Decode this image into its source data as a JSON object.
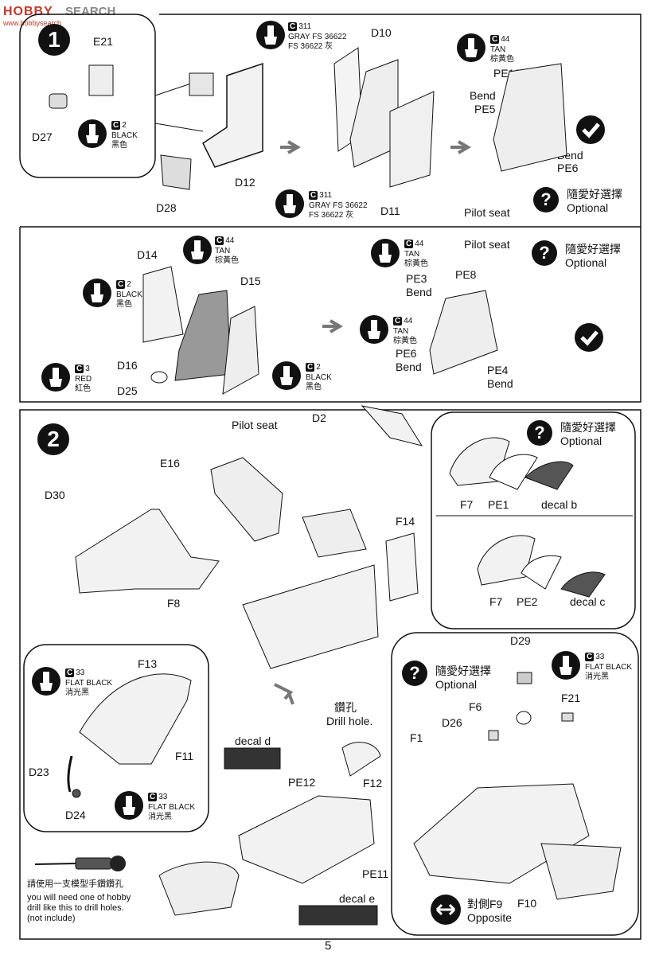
{
  "watermark": {
    "brand": "HOBBY",
    "search": "SEARCH",
    "site": "www.hobbysearch"
  },
  "page_number": "5",
  "step1": {
    "number": "1",
    "parts": {
      "e21": "E21",
      "d27": "D27",
      "d12": "D12",
      "d28": "D28",
      "d10": "D10",
      "d11": "D11",
      "pe10": "PE10",
      "pe5_bend": "Bend",
      "pe5": "PE5",
      "pe6_bend": "Bend",
      "pe6": "PE6"
    },
    "pilot_seat": "Pilot seat",
    "optional_zh": "隨愛好選擇",
    "optional_en": "Optional",
    "paint_black": {
      "code": "2",
      "en": "BLACK",
      "zh": "黑色"
    },
    "paint_gray_top": {
      "code": "311",
      "line1": "GRAY FS 36622",
      "line2": "FS 36622 灰"
    },
    "paint_gray_bottom": {
      "code": "311",
      "line1": "GRAY FS 36622",
      "line2": "FS 36622 灰"
    },
    "paint_tan": {
      "code": "44",
      "en": "TAN",
      "zh": "棕黃色"
    }
  },
  "step1b": {
    "parts": {
      "d14": "D14",
      "d15": "D15",
      "d16": "D16",
      "d25": "D25",
      "pe3": "PE3",
      "pe3_bend": "Bend",
      "pe8": "PE8",
      "pe6": "PE6",
      "pe6_bend": "Bend",
      "pe4": "PE4",
      "pe4_bend": "Bend"
    },
    "pilot_seat": "Pilot seat",
    "optional_zh": "隨愛好選擇",
    "optional_en": "Optional",
    "paint_tan_top": {
      "code": "44",
      "en": "TAN",
      "zh": "棕黃色"
    },
    "paint_tan_right": {
      "code": "44",
      "en": "TAN",
      "zh": "棕黃色"
    },
    "paint_tan_mid": {
      "code": "44",
      "en": "TAN",
      "zh": "棕黃色"
    },
    "paint_black_left": {
      "code": "2",
      "en": "BLACK",
      "zh": "黑色"
    },
    "paint_black_right": {
      "code": "2",
      "en": "BLACK",
      "zh": "黑色"
    },
    "paint_red": {
      "code": "3",
      "en": "RED",
      "zh": "紅色"
    }
  },
  "step2": {
    "number": "2",
    "parts": {
      "pilot_seat": "Pilot seat",
      "d2": "D2",
      "e16": "E16",
      "d30": "D30",
      "f8": "F8",
      "f14": "F14",
      "f13": "F13",
      "f11": "F11",
      "d23": "D23",
      "d24": "D24",
      "pe12": "PE12",
      "pe11": "PE11",
      "f12": "F12",
      "d29": "D29",
      "f6": "F6",
      "f21": "F21",
      "d26": "D26",
      "f1": "F1",
      "f10": "F10"
    },
    "optional_a": {
      "zh": "隨愛好選擇",
      "en": "Optional",
      "parts": [
        "F7",
        "PE1",
        "decal b"
      ]
    },
    "optional_b": {
      "parts": [
        "F7",
        "PE2",
        "decal c"
      ]
    },
    "optional_c": {
      "zh": "隨愛好選擇",
      "en": "Optional"
    },
    "decal_d": "decal d",
    "decal_e": "decal e",
    "drill_zh": "鑽孔",
    "drill_en": "Drill hole.",
    "paint_flat_black_1": {
      "code": "33",
      "en": "FLAT BLACK",
      "zh": "消光黑"
    },
    "paint_flat_black_2": {
      "code": "33",
      "en": "FLAT BLACK",
      "zh": "消光黑"
    },
    "paint_flat_black_3": {
      "code": "33",
      "en": "FLAT BLACK",
      "zh": "消光黑"
    },
    "tool_note_zh": "請使用一支模型手鑽鑽孔",
    "tool_note_en_1": "you will need one of hobby",
    "tool_note_en_2": "drill like this to drill holes.",
    "tool_note_en_3": "(not include)",
    "opposite_zh": "對側F9",
    "opposite_en": "Opposite"
  }
}
